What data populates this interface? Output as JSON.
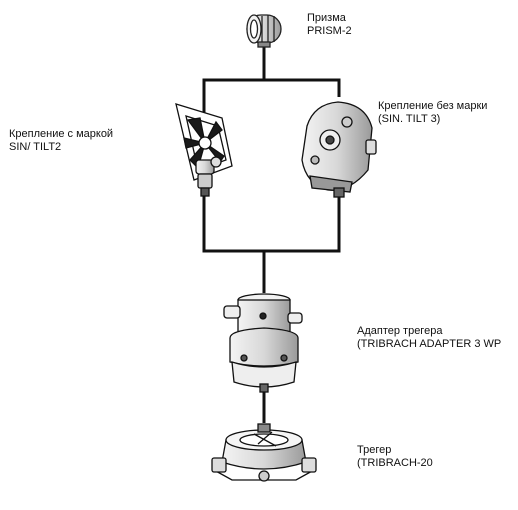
{
  "prism": {
    "line1": "Призма",
    "line2": "PRISM-2"
  },
  "holder_with_target": {
    "line1": "Крепление с маркой",
    "line2": "SIN/ TILT2"
  },
  "holder_without_target": {
    "line1": "Крепление без марки",
    "line2": "(SIN. TILT 3)"
  },
  "tribrach_adapter": {
    "line1": "Адаптер трегера",
    "line2": "(TRIBRACH ADAPTER 3 WP"
  },
  "tribrach": {
    "line1": "Трегер",
    "line2": "(TRIBRACH-20"
  }
}
